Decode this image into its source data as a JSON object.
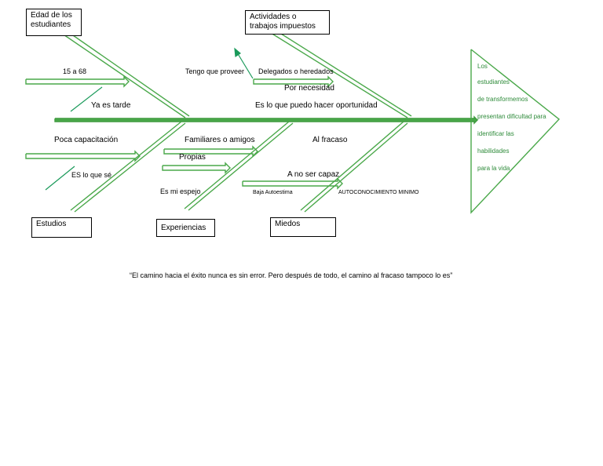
{
  "boxes": {
    "edad": "Edad de los estudiantes",
    "actividades": "Actividades o trabajos impuestos",
    "estudios": "Estudios",
    "experiencias": "Experiencias",
    "miedos": "Miedos"
  },
  "causes": {
    "c1": "15 a 68",
    "c2": "Tengo que proveer",
    "c3": "Delegados o heredados",
    "c4": "Por necesidad",
    "c5": "Ya es tarde",
    "c6": "Es lo que puedo hacer oportunidad",
    "c7": "Poca capacitación",
    "c8": "Familiares o amigos",
    "c9": "Al fracaso",
    "c10": "Propias",
    "c11": "ES lo que sé",
    "c12": "A no ser capaz",
    "c13": "Es mi espejo",
    "c14": "Baja Autoestima",
    "c15": "AUTOCONOCIMIENTO MINIMO"
  },
  "effect": [
    "Los",
    "estudiantes",
    "de transformemos",
    "presentan dificultad para",
    "identificar  las",
    "habilidades",
    "para la vida"
  ],
  "quote": "“El camino hacia el éxito nunca es sin error. Pero después de todo, el camino al fracaso tampoco lo es”",
  "colors": {
    "line": "#4aa84a",
    "spine": "#3f9b3f",
    "head_text": "#2e8b3a",
    "accent": "#1a9a5a"
  }
}
